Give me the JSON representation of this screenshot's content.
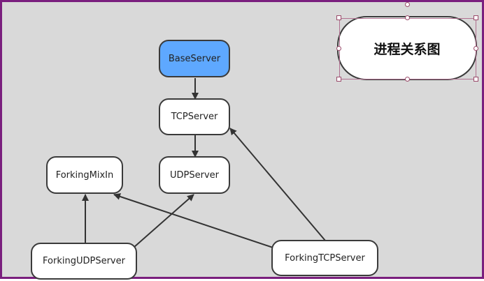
{
  "diagram": {
    "title": "进程关系图",
    "nodes": {
      "base_server": "BaseServer",
      "tcp_server": "TCPServer",
      "udp_server": "UDPServer",
      "forking_mixin": "ForkingMixIn",
      "forking_udp_server": "ForkingUDPServer",
      "forking_tcp_server": "ForkingTCPServer"
    },
    "edges": [
      {
        "from": "BaseServer",
        "to": "TCPServer"
      },
      {
        "from": "TCPServer",
        "to": "UDPServer"
      },
      {
        "from": "ForkingUDPServer",
        "to": "ForkingMixIn"
      },
      {
        "from": "ForkingUDPServer",
        "to": "UDPServer"
      },
      {
        "from": "ForkingTCPServer",
        "to": "ForkingMixIn"
      },
      {
        "from": "ForkingTCPServer",
        "to": "TCPServer"
      }
    ]
  },
  "colors": {
    "frame_border": "#7a1f7e",
    "canvas_background": "#d9d9d9",
    "root_node_fill": "#5ea8ff",
    "node_fill": "#ffffff",
    "edge": "#333333"
  }
}
